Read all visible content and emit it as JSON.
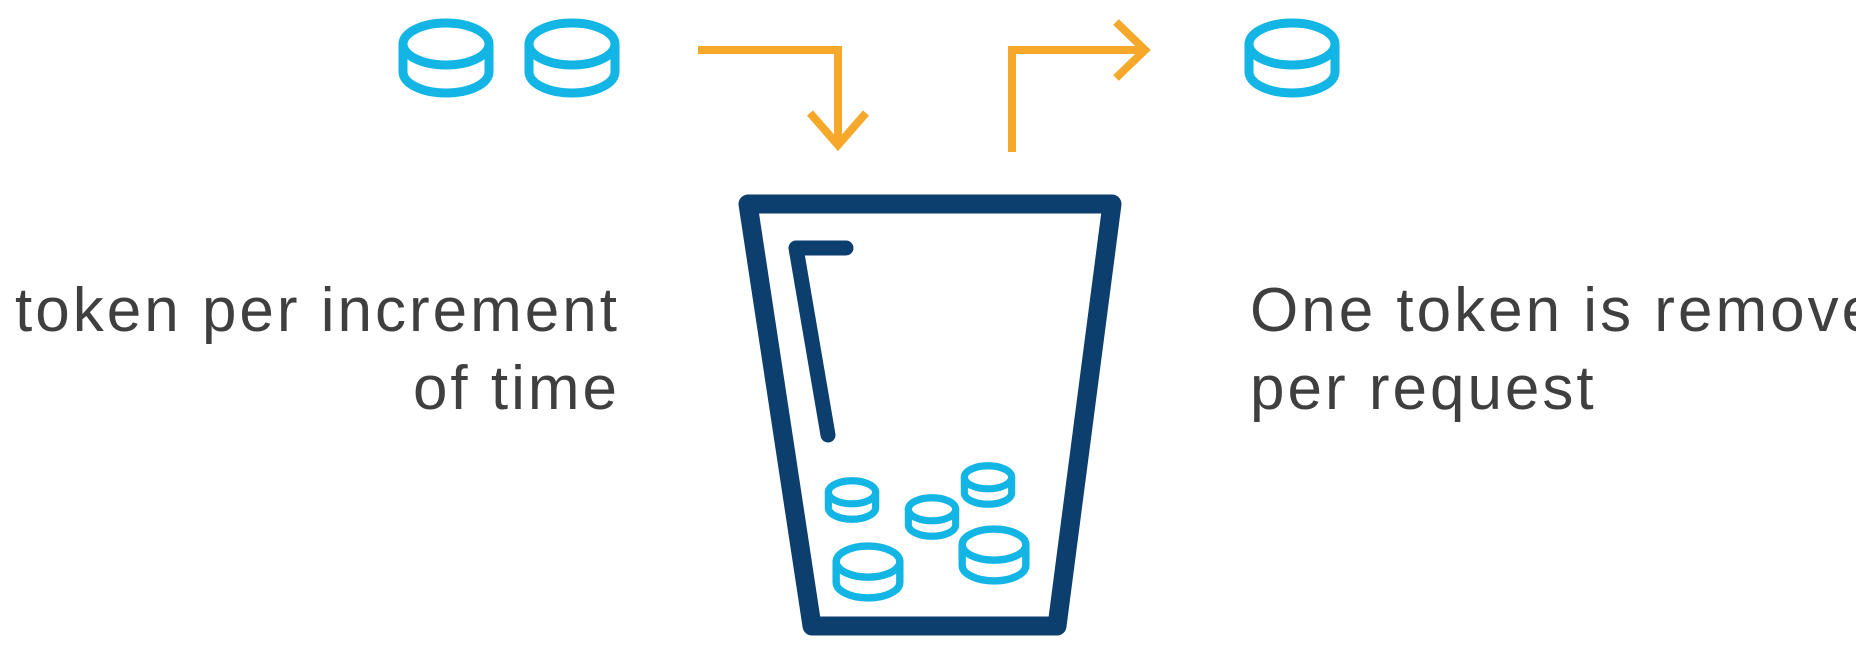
{
  "diagram": {
    "left_caption": {
      "line1": "X token per increment",
      "line2": "of time"
    },
    "right_caption": {
      "line1": "One token is removed",
      "line2": "per request"
    },
    "incoming_tokens": 2,
    "outgoing_tokens": 1,
    "tokens_in_bucket": 5,
    "icons": {
      "token": "token-icon",
      "bucket": "bucket-icon",
      "arrow_in": "arrow-down-icon",
      "arrow_out": "arrow-right-icon"
    },
    "colors": {
      "token": "#12b5e4",
      "arrow": "#f5a82a",
      "bucket": "#0d3f6e",
      "text": "#3f3f3f"
    }
  }
}
